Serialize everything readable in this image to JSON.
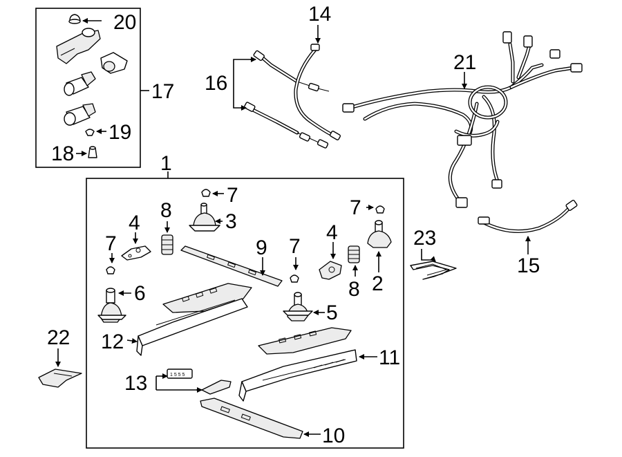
{
  "diagram": {
    "type": "exploded-parts-diagram",
    "callouts": {
      "c1": "1",
      "c2": "2",
      "c3": "3",
      "c4a": "4",
      "c4b": "4",
      "c5": "5",
      "c6": "6",
      "c7a": "7",
      "c7b": "7",
      "c7c": "7",
      "c7d": "7",
      "c8a": "8",
      "c8b": "8",
      "c9": "9",
      "c10": "10",
      "c11": "11",
      "c12": "12",
      "c13": "13",
      "c14": "14",
      "c15": "15",
      "c16": "16",
      "c17": "17",
      "c18": "18",
      "c19": "19",
      "c20": "20",
      "c21": "21",
      "c22": "22",
      "c23": "23"
    }
  }
}
